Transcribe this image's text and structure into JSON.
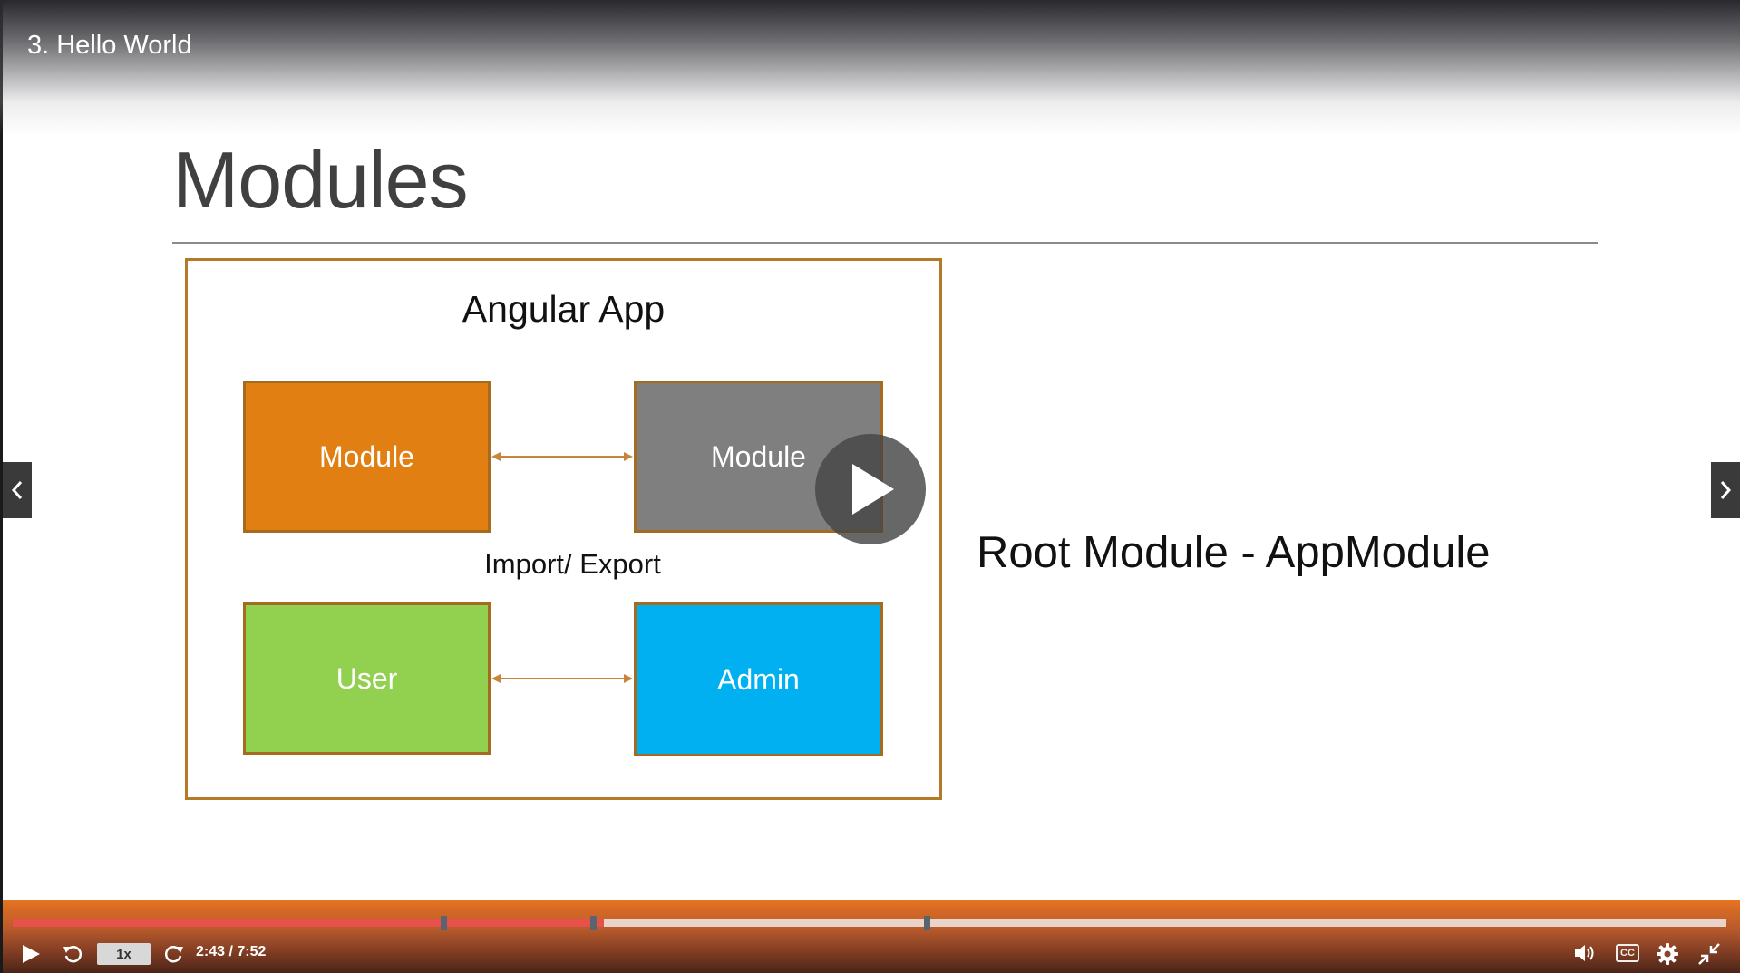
{
  "player": {
    "lecture_title": "3. Hello World",
    "time_current": "2:43",
    "time_separator": " / ",
    "time_total": "7:52",
    "speed_label": "1x",
    "progress_fraction": 0.345,
    "buffer_fraction": 0.345,
    "cc_label": "CC"
  },
  "slide": {
    "heading": "Modules",
    "diagram": {
      "title": "Angular App",
      "boxes": [
        {
          "label": "Module",
          "color": "#e27f12"
        },
        {
          "label": "Module",
          "color": "#7f7f7f"
        },
        {
          "label": "User",
          "color": "#92d050"
        },
        {
          "label": "Admin",
          "color": "#00b0f0"
        }
      ],
      "middle_label": "Import/ Export"
    },
    "right_text": "Root Module - AppModule"
  },
  "colors": {
    "accent": "#e8751f",
    "progress_played": "#e8504a",
    "diagram_border": "#b47a2a"
  }
}
